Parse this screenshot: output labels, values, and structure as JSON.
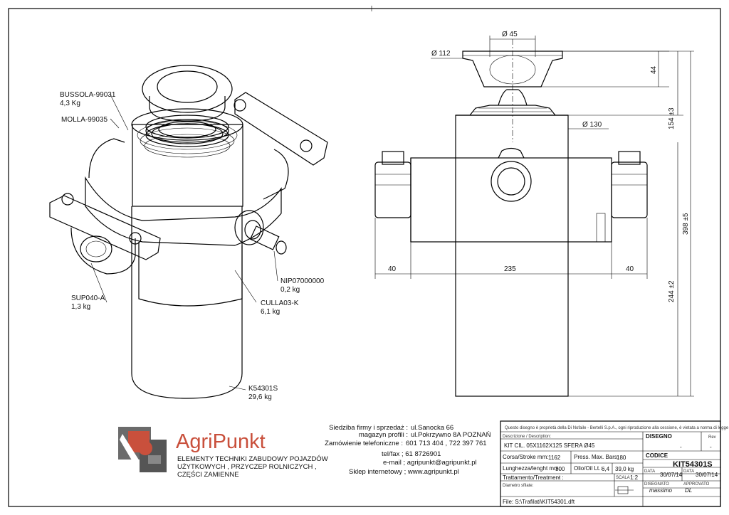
{
  "labels": {
    "bussola_code": "BUSSOLA-99031",
    "bussola_weight": "4,3 Kg",
    "molla_code": "MOLLA-99035",
    "sup_code": "SUP040-A",
    "sup_weight": "1,3 kg",
    "nip_code": "NIP07000000",
    "nip_weight": "0,2 kg",
    "culla_code": "CULLA03-K",
    "culla_weight": "6,1 kg",
    "cyl_code": "K54301S",
    "cyl_weight": "29,6 kg"
  },
  "dims": {
    "d45": "Ø 45",
    "d112": "Ø 112",
    "d130": "Ø 130",
    "h44": "44",
    "h154": "154 ±3",
    "h398": "398 ±5",
    "h244": "244 ±2",
    "w40l": "40",
    "w235": "235",
    "w40r": "40"
  },
  "brand": {
    "name": "AgriPunkt",
    "line1": "ELEMENTY TECHNIKI ZABUDOWY POJAZDÓW",
    "line2": "UŻYTKOWYCH , PRZYCZEP ROLNICZYCH ,",
    "line3": "CZĘŚCI ZAMIENNE",
    "colors": {
      "red": "#c9503c",
      "gray": "#6b6b6b"
    }
  },
  "company": {
    "hq_label": "Siedziba firmy i sprzedaż :",
    "hq_value": "ul.Sanocka 66",
    "shop_label": "magazyn profili :",
    "shop_value": "ul.Pokrzywno 8A   POZNAŃ",
    "phone_label": "Zamówienie telefoniczne :",
    "phone_value": "601 713 404   ,   722 397 761",
    "fax": "tel/fax ; 61 8726901",
    "email": "e-mail ; agripunkt@agripunkt.pl",
    "shop_url": "Sklep internetowy ; www.agripunkt.pl"
  },
  "title_block": {
    "notice": "Questo disegno è proprietà della Di Nofaile - Bertelli S.p.A., ogni riproduzione alla cessione, è vietata a norma di legge",
    "desc_label": "Descrizione / Description:",
    "desc_value": "KIT CIL. 05X1162X125 SFERA Ø45",
    "disegno_label": "DISEGNO",
    "rev_label": "Rev",
    "disegno_value": "-",
    "rev_value": "-",
    "stroke_label": "Corsa/Stroke mm:",
    "stroke_value": "1162",
    "press_label": "Press. Max. Bars:",
    "press_value": "180",
    "codice_label": "CODICE",
    "codice_value": "KIT54301S",
    "length_label": "Lunghezza/lenght mm:",
    "length_value": "300",
    "oil_label": "Olio/Oil Lt.:",
    "oil_value": "6,4",
    "weight_value": "39,0 kg",
    "data_label1": "DATA",
    "date1": "30/07/14",
    "data_label2": "DATA",
    "date2": "30/07/14",
    "treat_label": "Trattamento/Treatment :",
    "treat_value": "-",
    "scala_label": "SCALA",
    "scala_value": "1:2",
    "disegnato_label": "DISEGNATO",
    "disegnato_value": "massimo",
    "approvato_label": "APPROVATO",
    "approvato_value": "DL",
    "diam_label": "Diametro sfilate:",
    "file_value": "File: S:\\Trafilati\\KIT54301.dft"
  }
}
